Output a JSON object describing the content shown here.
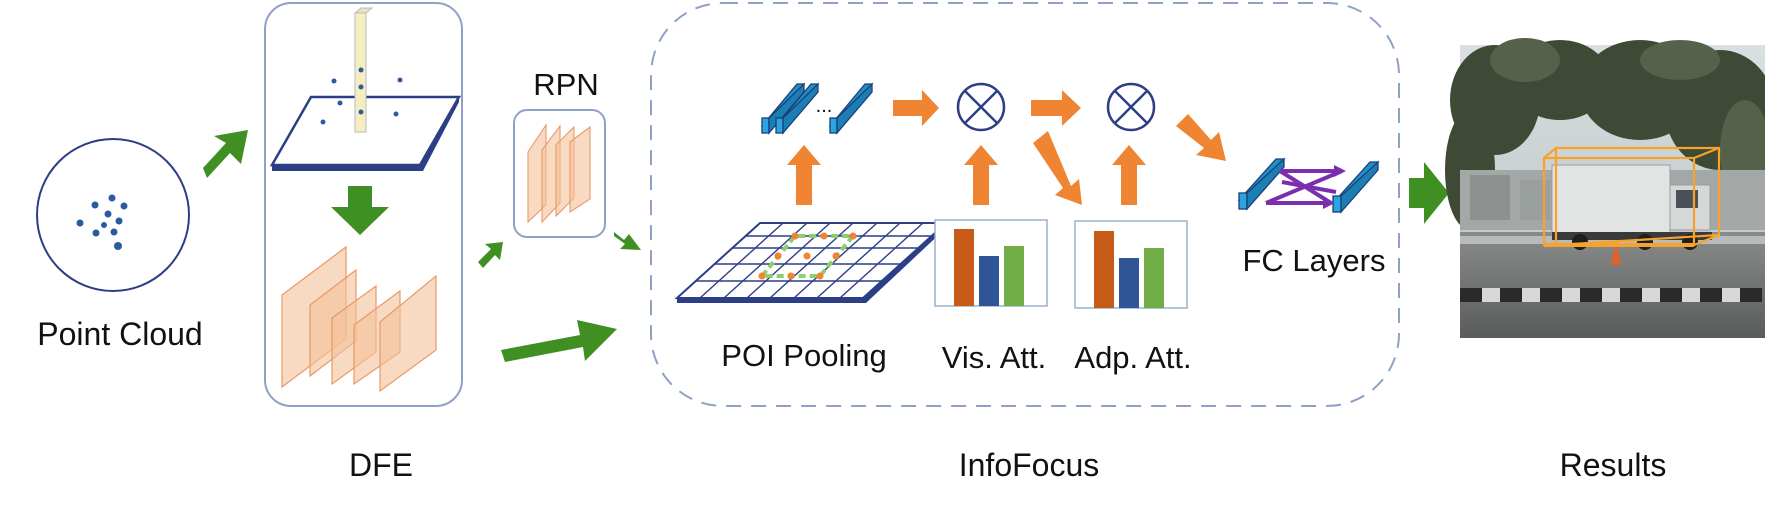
{
  "labels": {
    "point_cloud": "Point Cloud",
    "dfe": "DFE",
    "rpn": "RPN",
    "poi_pooling": "POI Pooling",
    "vis_att": "Vis. Att.",
    "adp_att": "Adp. Att.",
    "fc_layers": "FC Layers",
    "infofocus": "InfoFocus",
    "results": "Results",
    "ellipsis": "..."
  },
  "colors": {
    "green_arrow": "#3f8f23",
    "orange_arrow": "#ef8433",
    "cyan_block": "#29a6e0",
    "navy": "#2c3f86",
    "peach_plane": "#f5c8a6",
    "purple_links": "#7b2fae",
    "box_outline": "#8fa2c6",
    "bar_orange": "#c65a17",
    "bar_blue": "#2f5597",
    "bar_green": "#70ad47",
    "detection_box": "#f7a32b"
  },
  "icons": {
    "otimes": "otimes-icon",
    "photo": "street-scene-photo"
  }
}
